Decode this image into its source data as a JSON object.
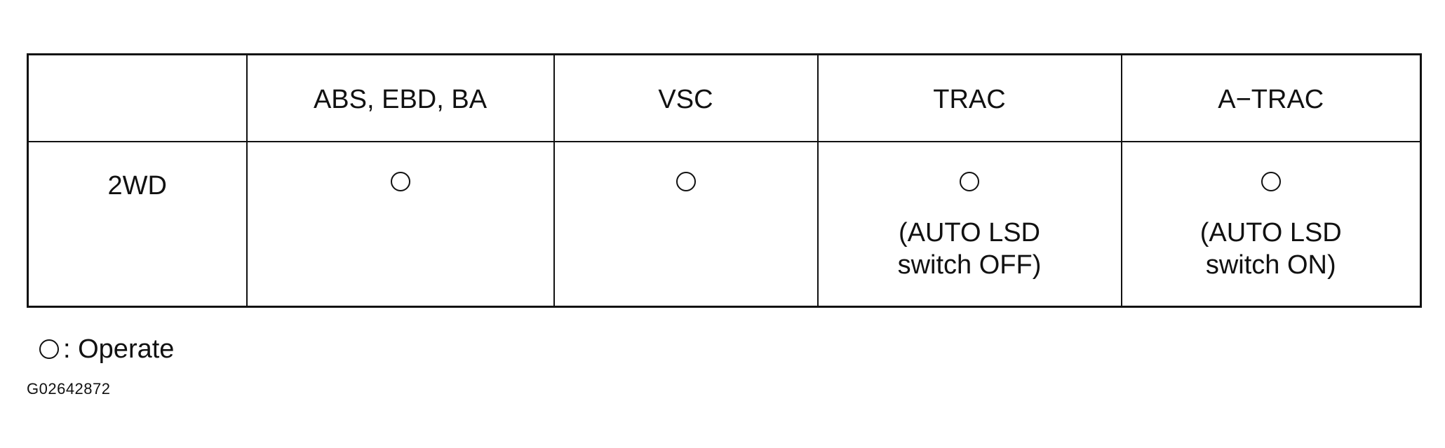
{
  "table": {
    "headers": [
      "",
      "ABS, EBD, BA",
      "VSC",
      "TRAC",
      "A−TRAC"
    ],
    "row": {
      "label": "2WD",
      "cells": [
        {
          "operates": true,
          "note_line1": "",
          "note_line2": ""
        },
        {
          "operates": true,
          "note_line1": "",
          "note_line2": ""
        },
        {
          "operates": true,
          "note_line1": "(AUTO LSD",
          "note_line2": "switch OFF)"
        },
        {
          "operates": true,
          "note_line1": "(AUTO LSD",
          "note_line2": "switch ON)"
        }
      ]
    }
  },
  "legend": {
    "symbol_icon": "circle-outline-icon",
    "text": ": Operate"
  },
  "figure_code": "G02642872"
}
